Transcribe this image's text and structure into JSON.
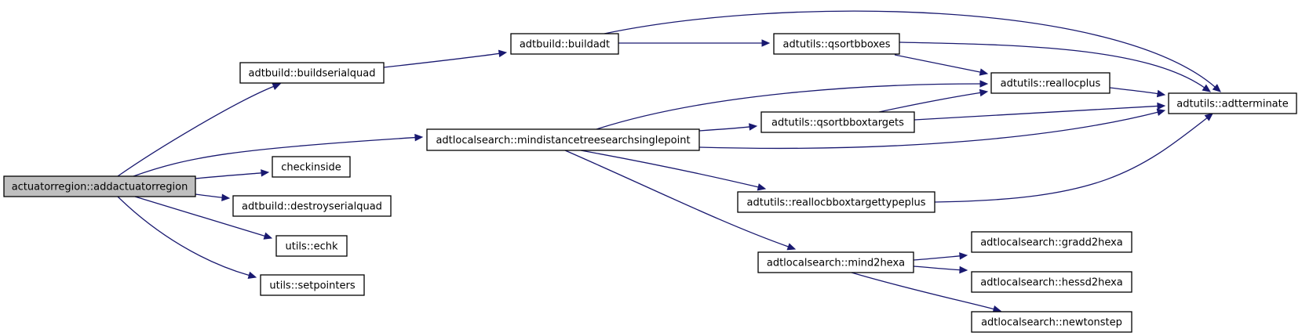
{
  "diagram": {
    "type": "call-graph",
    "colors": {
      "edge": "#191970",
      "root_fill": "#bfbfbf",
      "node_fill": "#ffffff",
      "node_border": "#000000"
    },
    "nodes": [
      {
        "id": "root",
        "label": "actuatorregion::addactuatorregion",
        "root": true
      },
      {
        "id": "buildserialquad",
        "label": "adtbuild::buildserialquad"
      },
      {
        "id": "buildadt",
        "label": "adtbuild::buildadt"
      },
      {
        "id": "qsortbboxes",
        "label": "adtutils::qsortbboxes"
      },
      {
        "id": "reallocplus",
        "label": "adtutils::reallocplus"
      },
      {
        "id": "adtterminate",
        "label": "adtutils::adtterminate"
      },
      {
        "id": "mindist",
        "label": "adtlocalsearch::mindistancetreesearchsinglepoint"
      },
      {
        "id": "qsortbboxtargets",
        "label": "adtutils::qsortbboxtargets"
      },
      {
        "id": "checkinside",
        "label": "checkinside"
      },
      {
        "id": "destroyserialquad",
        "label": "adtbuild::destroyserialquad"
      },
      {
        "id": "realloctarget",
        "label": "adtutils::reallocbboxtargettypeplus"
      },
      {
        "id": "echk",
        "label": "utils::echk"
      },
      {
        "id": "setpointers",
        "label": "utils::setpointers"
      },
      {
        "id": "mind2hexa",
        "label": "adtlocalsearch::mind2hexa"
      },
      {
        "id": "gradd2hexa",
        "label": "adtlocalsearch::gradd2hexa"
      },
      {
        "id": "hessd2hexa",
        "label": "adtlocalsearch::hessd2hexa"
      },
      {
        "id": "newtonstep",
        "label": "adtlocalsearch::newtonstep"
      }
    ],
    "edges": [
      {
        "from": "root",
        "to": "buildserialquad"
      },
      {
        "from": "root",
        "to": "mindist"
      },
      {
        "from": "root",
        "to": "checkinside"
      },
      {
        "from": "root",
        "to": "destroyserialquad"
      },
      {
        "from": "root",
        "to": "echk"
      },
      {
        "from": "root",
        "to": "setpointers"
      },
      {
        "from": "buildserialquad",
        "to": "buildadt"
      },
      {
        "from": "buildadt",
        "to": "qsortbboxes"
      },
      {
        "from": "buildadt",
        "to": "adtterminate"
      },
      {
        "from": "qsortbboxes",
        "to": "reallocplus"
      },
      {
        "from": "qsortbboxes",
        "to": "adtterminate"
      },
      {
        "from": "reallocplus",
        "to": "adtterminate"
      },
      {
        "from": "mindist",
        "to": "reallocplus"
      },
      {
        "from": "mindist",
        "to": "qsortbboxtargets"
      },
      {
        "from": "mindist",
        "to": "adtterminate"
      },
      {
        "from": "mindist",
        "to": "realloctarget"
      },
      {
        "from": "mindist",
        "to": "mind2hexa"
      },
      {
        "from": "qsortbboxtargets",
        "to": "reallocplus"
      },
      {
        "from": "qsortbboxtargets",
        "to": "adtterminate"
      },
      {
        "from": "realloctarget",
        "to": "adtterminate"
      },
      {
        "from": "mind2hexa",
        "to": "gradd2hexa"
      },
      {
        "from": "mind2hexa",
        "to": "hessd2hexa"
      },
      {
        "from": "mind2hexa",
        "to": "newtonstep"
      }
    ]
  }
}
